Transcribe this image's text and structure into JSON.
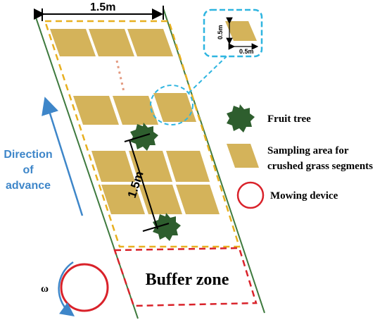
{
  "dimensions": {
    "strip_width": "1.5m",
    "tree_spacing": "1.5m",
    "inset_height": "0.5m",
    "inset_width": "0.5m"
  },
  "direction_label": {
    "line1": "Direction",
    "line2": "of",
    "line3": "advance"
  },
  "rotation_label": "ω",
  "buffer_zone_label": "Buffer zone",
  "legend": {
    "fruit_tree": "Fruit tree",
    "sampling_line1": "Sampling area for",
    "sampling_line2": "crushed grass segments",
    "mowing_device": "Mowing device"
  },
  "colors": {
    "sample": "#D4B35A",
    "tree": "#2E5E2E",
    "border_green": "#3E7A3E",
    "yellow_dash": "#E8B020",
    "red": "#D9222A",
    "cyan": "#2FB5E0",
    "blue": "#3E86C9",
    "dots": "#E39A80"
  }
}
